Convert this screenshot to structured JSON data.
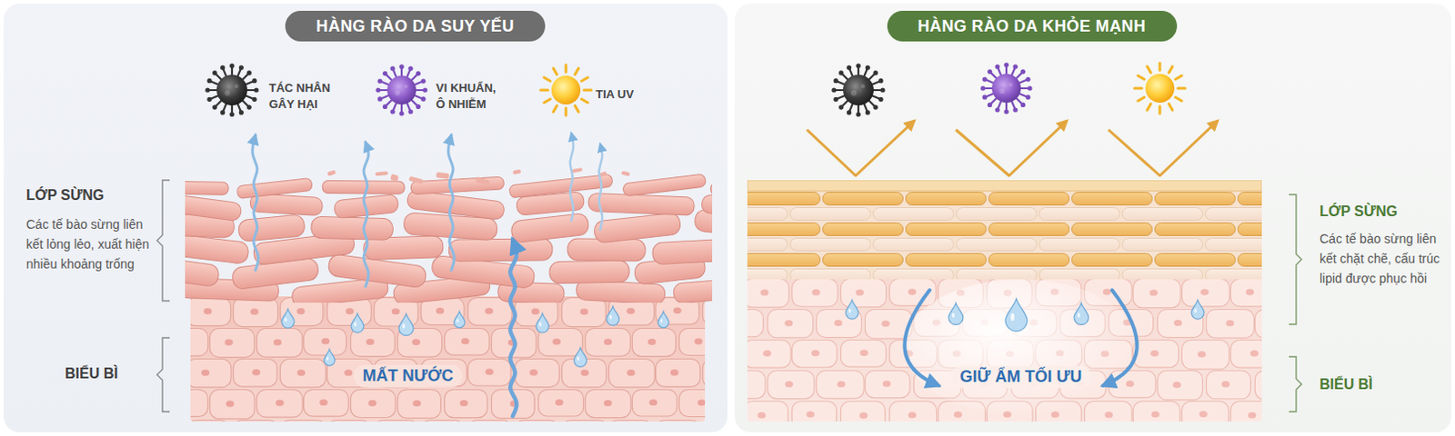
{
  "diagram": {
    "nodes": [
      {
        "text": [
          "HÀNG RÀO DA SUY YẾU"
        ]
      },
      {
        "text": [
          "HÀNG RÀO DA KHỎE MẠNH"
        ]
      }
    ],
    "labels": [
      "TÁC NHÂN GÂY HẠI",
      "VI KHUẨN, Ô NHIỄM",
      "TIA UV",
      "LỚP SỪNG",
      "Các tế bào sừng liên kết lỏng lẻo, xuất hiện nhiều khoảng trống",
      "BIỂU BÌ",
      "MẤT NƯỚC",
      "LỚP SỪNG",
      "Các tế bào sừng liên kết chặt chẽ, cấu trúc lipid được phục hồi",
      "BIỂU BÌ",
      "GIỮ ẨM TỐI ƯU"
    ]
  }
}
